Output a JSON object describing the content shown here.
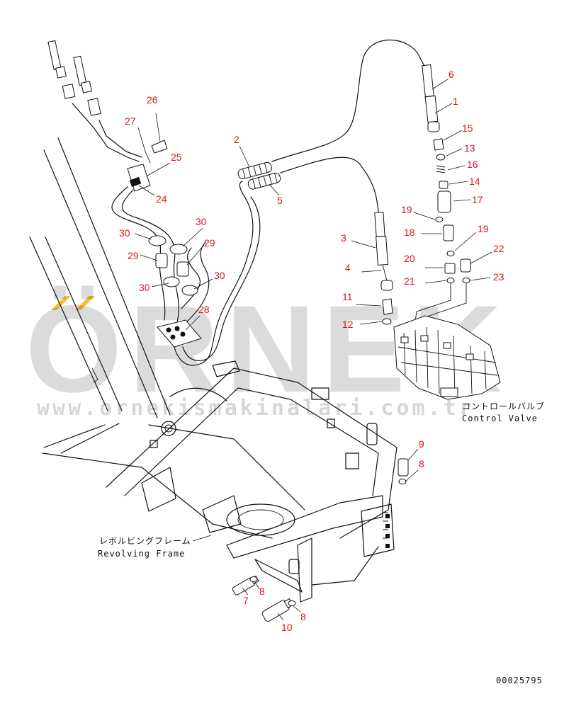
{
  "watermark": {
    "brand": "ÖRNEK",
    "url": "www.ornekismakinalari.com.tr",
    "accent_color": "#f2c230"
  },
  "drawing_number": "00025795",
  "labels": {
    "control_valve_jp": "コントロールバルブ",
    "control_valve_en": "Control Valve",
    "revolving_frame_jp": "レボルビングフレーム",
    "revolving_frame_en": "Revolving Frame"
  },
  "callout_color": "#d8161b",
  "callouts": [
    "26",
    "27",
    "25",
    "24",
    "30",
    "30",
    "29",
    "29",
    "30",
    "30",
    "28",
    "2",
    "5",
    "6",
    "1",
    "15",
    "13",
    "16",
    "14",
    "17",
    "19",
    "18",
    "19",
    "20",
    "22",
    "21",
    "23",
    "3",
    "4",
    "11",
    "12",
    "9",
    "8",
    "8",
    "7",
    "8",
    "10"
  ]
}
